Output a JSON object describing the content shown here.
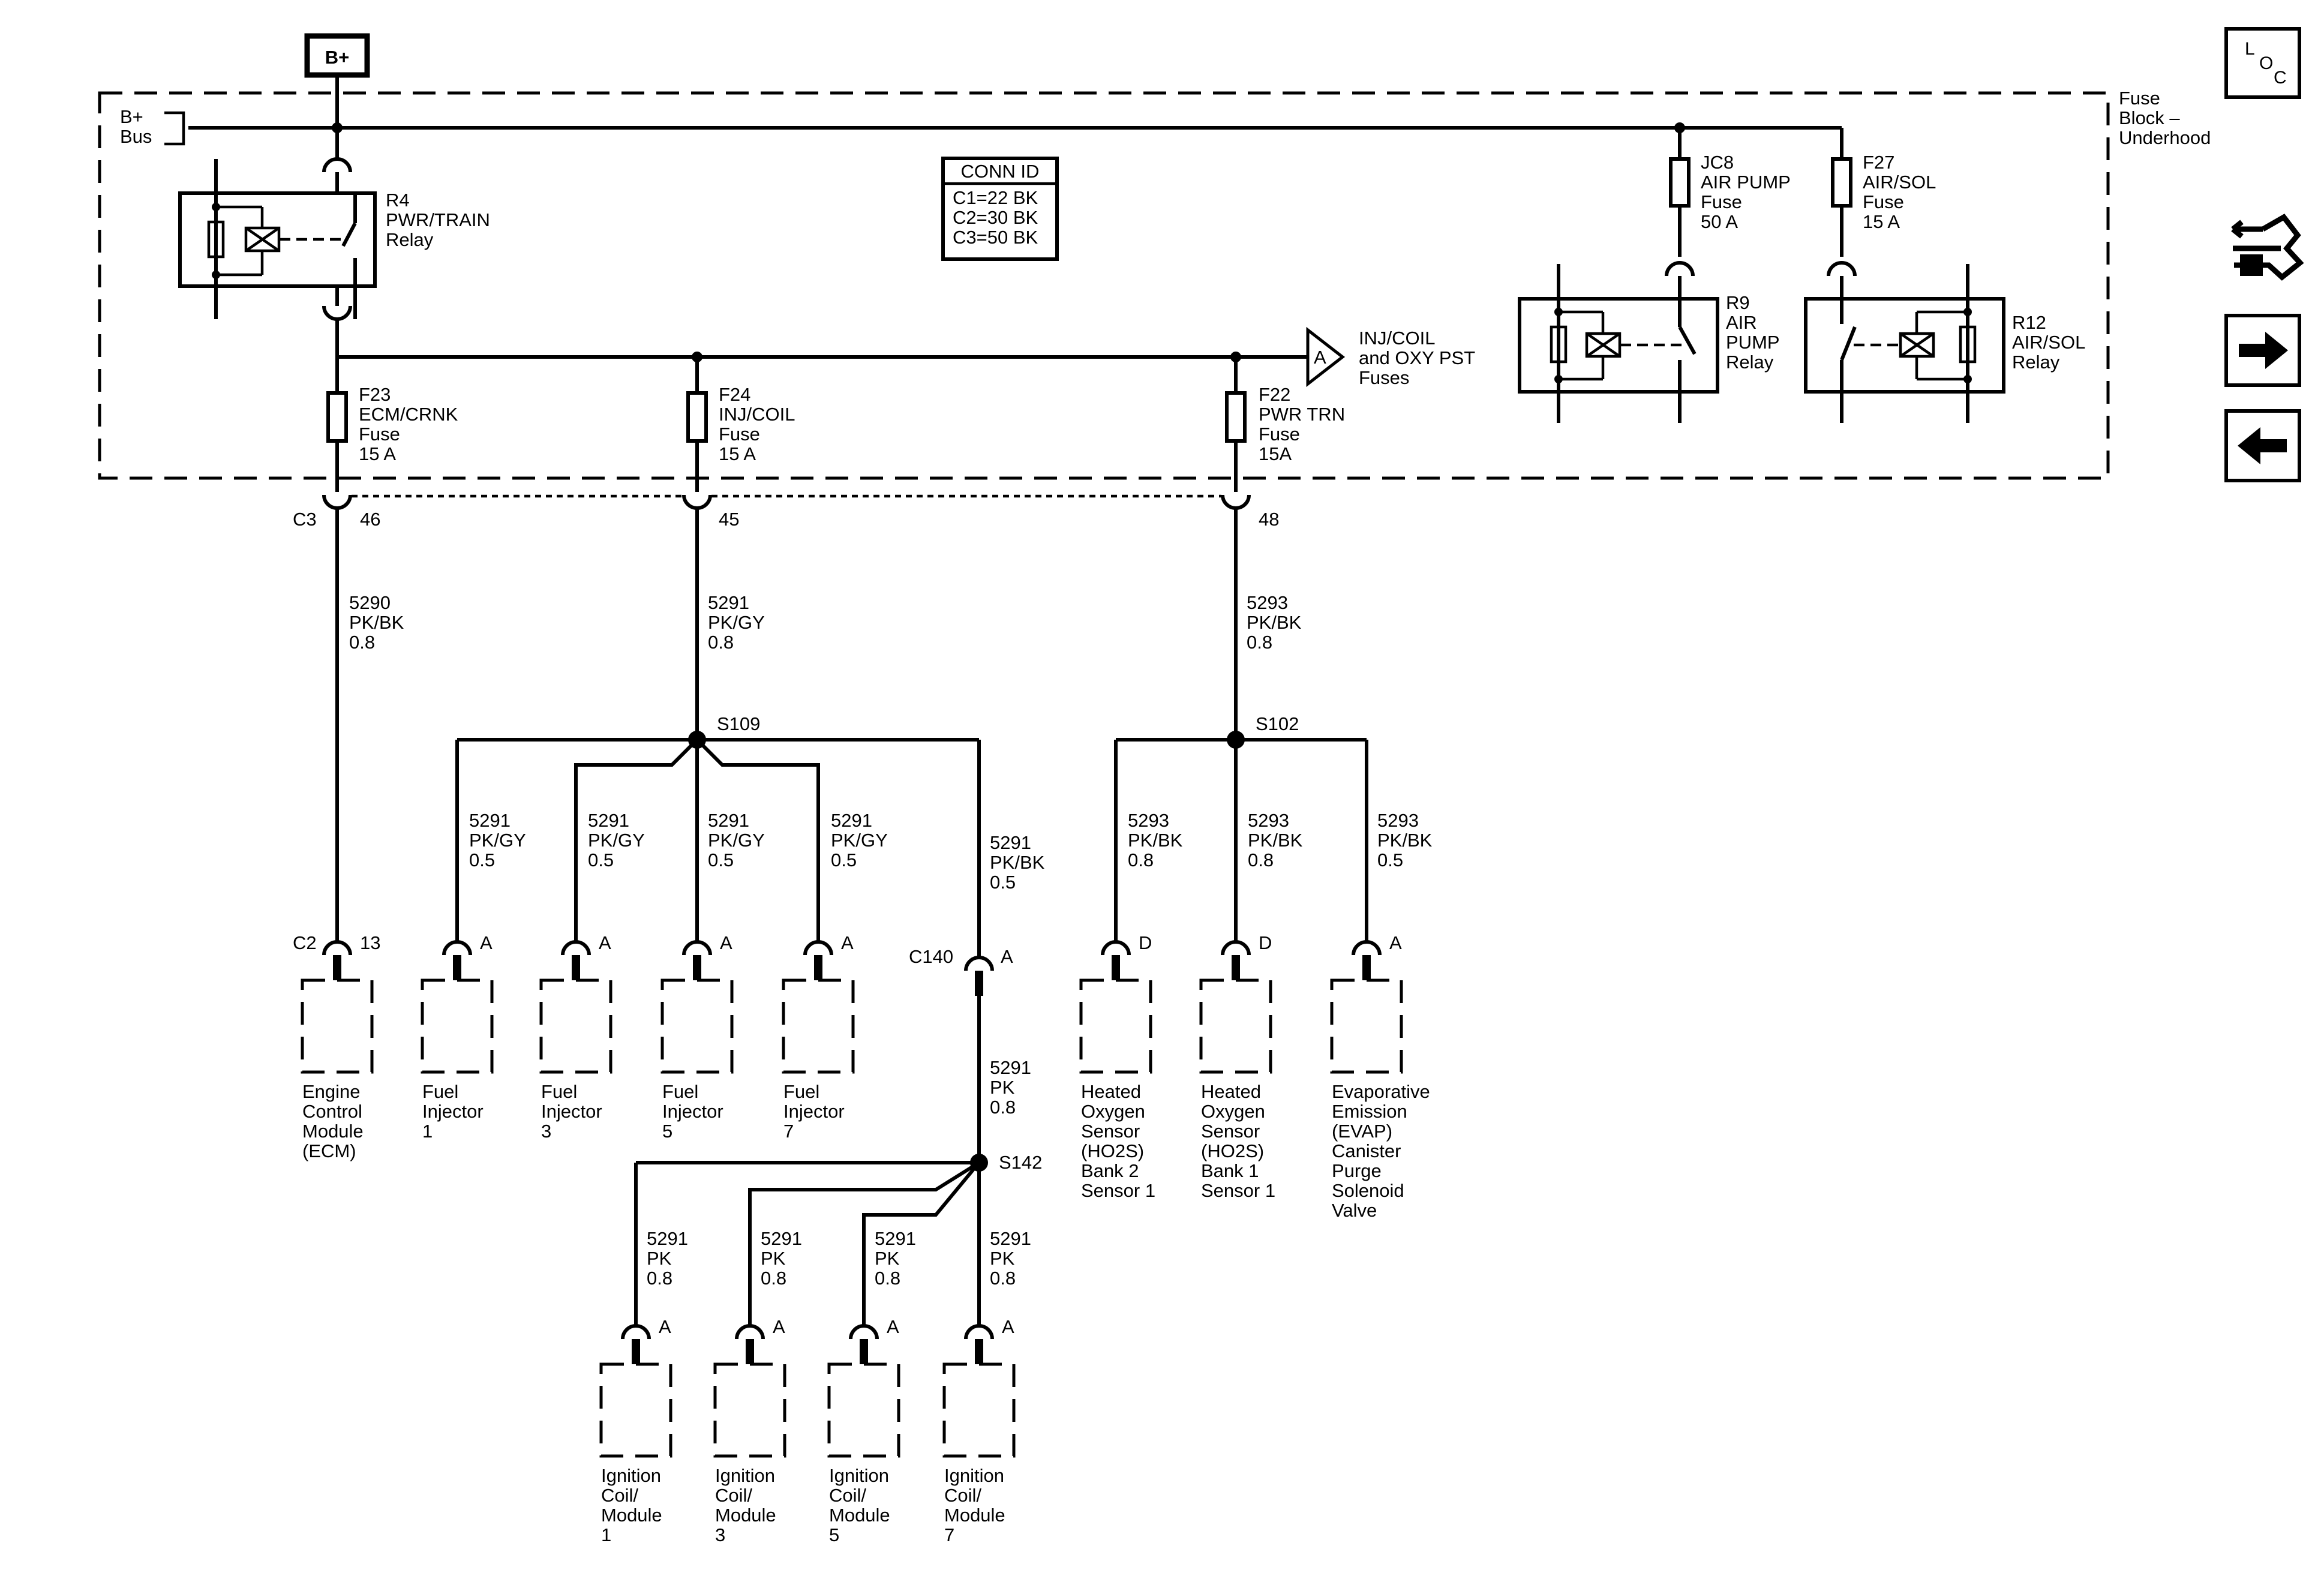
{
  "power": {
    "source": "B+",
    "bus_label_1": "B+",
    "bus_label_2": "Bus"
  },
  "fuse_block": {
    "label_1": "Fuse",
    "label_2": "Block –",
    "label_3": "Underhood"
  },
  "conn_id": {
    "title": "CONN ID",
    "rows": [
      "C1=22 BK",
      "C2=30 BK",
      "C3=50 BK"
    ]
  },
  "relays": {
    "r4": [
      "R4",
      "PWR/TRAIN",
      "Relay"
    ],
    "r9": [
      "R9",
      "AIR",
      "PUMP",
      "Relay"
    ],
    "r12": [
      "R12",
      "AIR/SOL",
      "Relay"
    ]
  },
  "fuses": {
    "jc8": [
      "JC8",
      "AIR PUMP",
      "Fuse",
      "50 A"
    ],
    "f27": [
      "F27",
      "AIR/SOL",
      "Fuse",
      "15 A"
    ],
    "f23": [
      "F23",
      "ECM/CRNK",
      "Fuse",
      "15 A"
    ],
    "f24": [
      "F24",
      "INJ/COIL",
      "Fuse",
      "15 A"
    ],
    "f22": [
      "F22",
      "PWR TRN",
      "Fuse",
      "15A"
    ]
  },
  "offpage": {
    "letter": "A",
    "lines": [
      "INJ/COIL",
      "and OXY PST",
      "Fuses"
    ]
  },
  "connectors": {
    "c3": "C3",
    "c3_pins": [
      "46",
      "45",
      "48"
    ],
    "c2": "C2",
    "c2_pin": "13",
    "c140": "C140",
    "c140_pin": "A"
  },
  "splices": {
    "s109": "S109",
    "s102": "S102",
    "s142": "S142"
  },
  "wires": {
    "w5290": [
      "5290",
      "PK/BK",
      "0.8"
    ],
    "w5291_main": [
      "5291",
      "PK/GY",
      "0.8"
    ],
    "w5293_main": [
      "5293",
      "PK/BK",
      "0.8"
    ],
    "w5291_inj1": [
      "5291",
      "PK/GY",
      "0.5"
    ],
    "w5291_inj3": [
      "5291",
      "PK/GY",
      "0.5"
    ],
    "w5291_inj5": [
      "5291",
      "PK/GY",
      "0.5"
    ],
    "w5291_inj7": [
      "5291",
      "PK/GY",
      "0.5"
    ],
    "w5291_c140": [
      "5291",
      "PK/BK",
      "0.5"
    ],
    "w5293_b2": [
      "5293",
      "PK/BK",
      "0.8"
    ],
    "w5293_b1": [
      "5293",
      "PK/BK",
      "0.8"
    ],
    "w5293_evap": [
      "5293",
      "PK/BK",
      "0.5"
    ],
    "w5291_pk": [
      "5291",
      "PK",
      "0.8"
    ],
    "w5291_coil1": [
      "5291",
      "PK",
      "0.8"
    ],
    "w5291_coil3": [
      "5291",
      "PK",
      "0.8"
    ],
    "w5291_coil5": [
      "5291",
      "PK",
      "0.8"
    ],
    "w5291_coil7": [
      "5291",
      "PK",
      "0.8"
    ]
  },
  "components": {
    "ecm": [
      "Engine",
      "Control",
      "Module",
      "(ECM)"
    ],
    "inj1": [
      "Fuel",
      "Injector",
      "1"
    ],
    "inj3": [
      "Fuel",
      "Injector",
      "3"
    ],
    "inj5": [
      "Fuel",
      "Injector",
      "5"
    ],
    "inj7": [
      "Fuel",
      "Injector",
      "7"
    ],
    "ho2s_b2": [
      "Heated",
      "Oxygen",
      "Sensor",
      "(HO2S)",
      "Bank 2",
      "Sensor 1"
    ],
    "ho2s_b1": [
      "Heated",
      "Oxygen",
      "Sensor",
      "(HO2S)",
      "Bank 1",
      "Sensor 1"
    ],
    "evap": [
      "Evaporative",
      "Emission",
      "(EVAP)",
      "Canister",
      "Purge",
      "Solenoid",
      "Valve"
    ],
    "coil1": [
      "Ignition",
      "Coil/",
      "Module",
      "1"
    ],
    "coil3": [
      "Ignition",
      "Coil/",
      "Module",
      "3"
    ],
    "coil5": [
      "Ignition",
      "Coil/",
      "Module",
      "5"
    ],
    "coil7": [
      "Ignition",
      "Coil/",
      "Module",
      "7"
    ]
  },
  "pin_letters": {
    "inj1": "A",
    "inj3": "A",
    "inj5": "A",
    "inj7": "A",
    "ho2s_b2": "D",
    "ho2s_b1": "D",
    "evap": "A",
    "coil1": "A",
    "coil3": "A",
    "coil5": "A",
    "coil7": "A"
  },
  "nav": {
    "loc": {
      "l": "L",
      "o": "O",
      "c": "C"
    },
    "icons": [
      "connector-symbol-icon",
      "arrow-right-icon",
      "arrow-left-icon"
    ]
  }
}
